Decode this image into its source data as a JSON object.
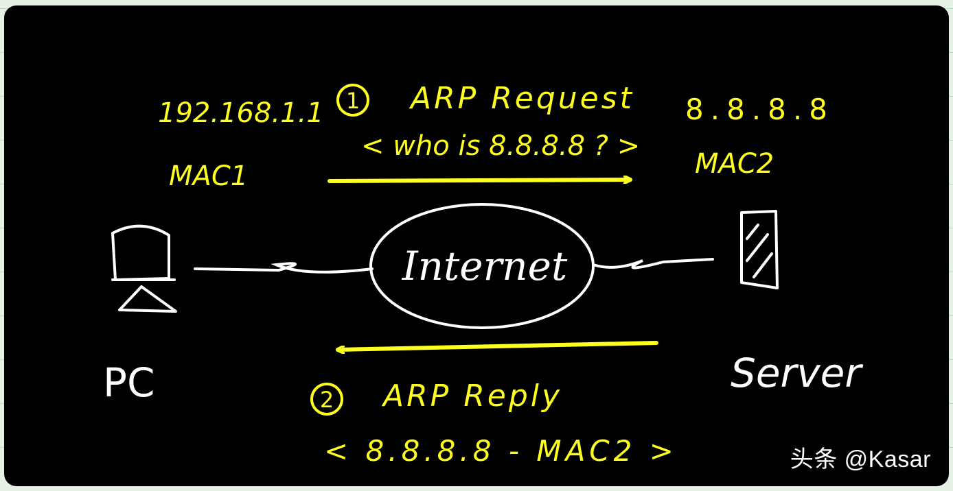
{
  "pc": {
    "ip": "192.168.1.1",
    "mac": "MAC1",
    "label": "PC"
  },
  "server": {
    "ip": "8.8.8.8",
    "mac": "MAC2",
    "label": "Server"
  },
  "network": {
    "label": "Internet"
  },
  "request": {
    "step": "1",
    "title": "ARP Request",
    "message": "< who is 8.8.8.8 ? >"
  },
  "reply": {
    "step": "2",
    "title": "ARP Reply",
    "message": "< 8.8.8.8 - MAC2 >"
  },
  "colors": {
    "annotation": "#ffff1e",
    "device": "#ffffff",
    "board": "#000000"
  },
  "watermark": "头条 @Kasar"
}
